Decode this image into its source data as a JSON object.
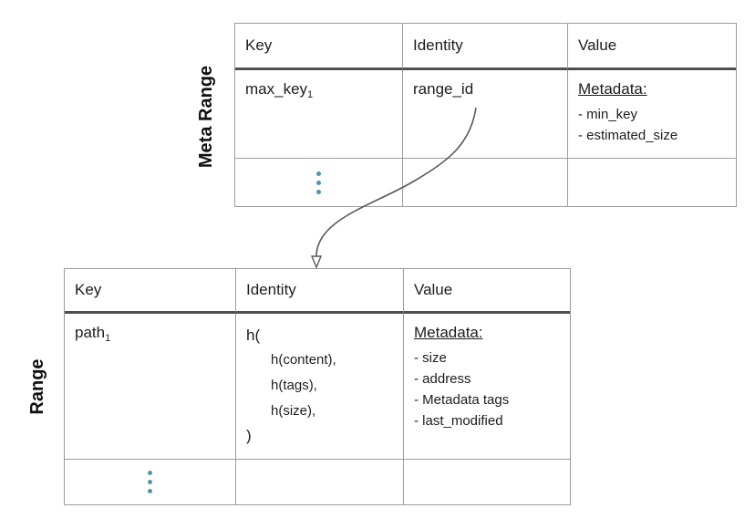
{
  "tables": [
    {
      "label": "Meta Range",
      "headers": [
        "Key",
        "Identity",
        "Value"
      ],
      "row": {
        "key_base": "max_key",
        "key_sub": "1",
        "identity": "range_id",
        "value_title": "Metadata:",
        "value_items": [
          "- min_key",
          "- estimated_size"
        ]
      }
    },
    {
      "label": "Range",
      "headers": [
        "Key",
        "Identity",
        "Value"
      ],
      "row": {
        "key_base": "path",
        "key_sub": "1",
        "identity_open": "h(",
        "identity_args": [
          "h(content),",
          "h(tags),",
          "h(size),"
        ],
        "identity_close": ")",
        "value_title": "Metadata:",
        "value_items": [
          "- size",
          "- address",
          "- Metadata tags",
          "- last_modified"
        ]
      }
    }
  ],
  "connector": {
    "from": "range_id",
    "to": "Range table"
  },
  "colors": {
    "text": "#1c1c1c",
    "border": "#9c9c9c",
    "header_separator": "#4f4f4f",
    "ellipsis_dots": "#4f97a6",
    "arrow": "#595959",
    "background": "#ffffff"
  }
}
